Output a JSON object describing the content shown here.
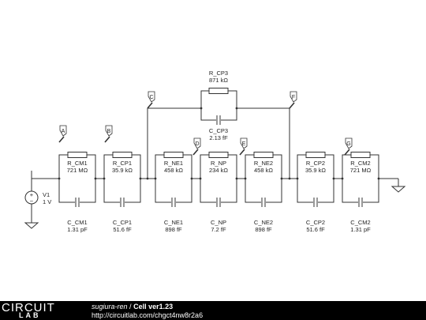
{
  "footer": {
    "logo_top": "CIRCUIT",
    "logo_bottom": "LAB",
    "author": "sugiura-ren",
    "separator": "/",
    "title": "Cell ver1.23",
    "url": "http://circuitlab.com/chgct4nw8r2a6"
  },
  "source": {
    "name": "V1",
    "value": "1 V"
  },
  "cells": [
    {
      "r_name": "R_CM1",
      "r_value": "721 MΩ",
      "c_name": "C_CM1",
      "c_value": "1.31 pF"
    },
    {
      "r_name": "R_CP1",
      "r_value": "35.9 kΩ",
      "c_name": "C_CP1",
      "c_value": "51.6 fF"
    },
    {
      "r_name": "R_NE1",
      "r_value": "458 kΩ",
      "c_name": "C_NE1",
      "c_value": "898 fF"
    },
    {
      "r_name": "R_NP",
      "r_value": "234 kΩ",
      "c_name": "C_NP",
      "c_value": "7.2 fF"
    },
    {
      "r_name": "R_NE2",
      "r_value": "458 kΩ",
      "c_name": "C_NE2",
      "c_value": "898 fF"
    },
    {
      "r_name": "R_CP2",
      "r_value": "35.9 kΩ",
      "c_name": "C_CP2",
      "c_value": "51.6 fF"
    },
    {
      "r_name": "R_CM2",
      "r_value": "721 MΩ",
      "c_name": "C_CM2",
      "c_value": "1.31 pF"
    }
  ],
  "bypass": {
    "r_name": "R_CP3",
    "r_value": "871 kΩ",
    "c_name": "C_CP3",
    "c_value": "2.13 fF"
  },
  "probes": [
    "A",
    "B",
    "C",
    "D",
    "E",
    "F",
    "G"
  ]
}
